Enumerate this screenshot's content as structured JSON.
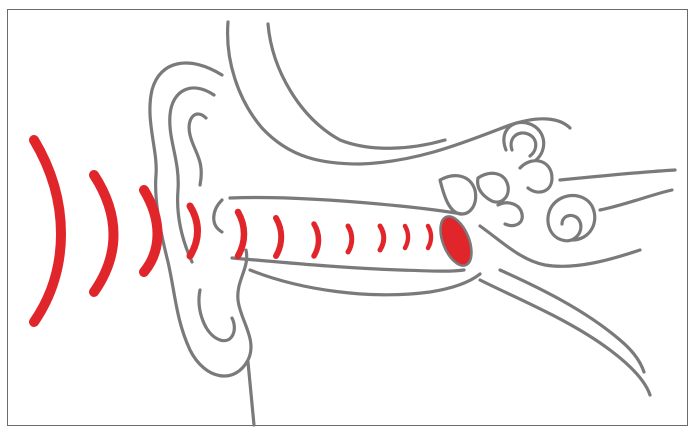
{
  "colors": {
    "outline": "#7a7a7a",
    "soundwave": "#e0262b",
    "background": "#ffffff",
    "frame": "#6b6b6b"
  },
  "illustration": {
    "subject": "ear-anatomy",
    "soundwave_count_outside": 3,
    "soundwave_count_canal": 8
  }
}
